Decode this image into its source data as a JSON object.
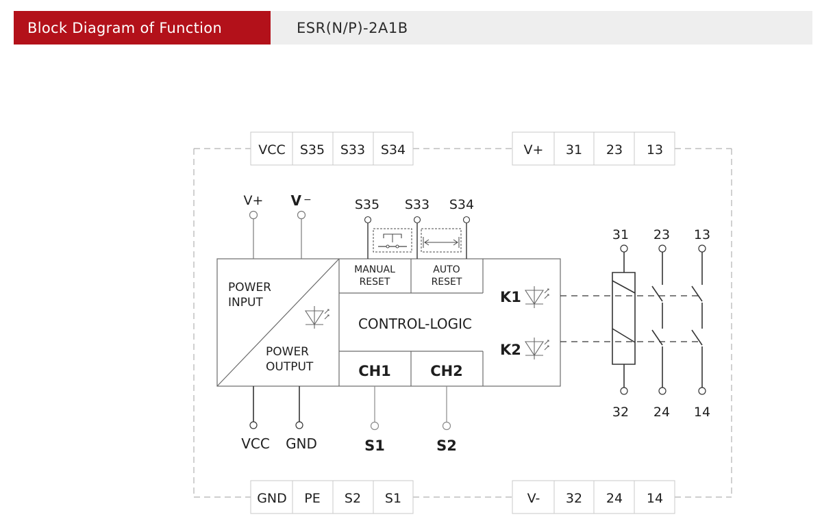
{
  "header": {
    "section_title": "Block Diagram of Function",
    "model": "ESR(N/P)-2A1B"
  },
  "terminal_blocks": {
    "top_left": [
      "VCC",
      "S35",
      "S33",
      "S34"
    ],
    "top_right": [
      "V+",
      "31",
      "23",
      "13"
    ],
    "bottom_left": [
      "GND",
      "PE",
      "S2",
      "S1"
    ],
    "bottom_right": [
      "V-",
      "32",
      "24",
      "14"
    ]
  },
  "power": {
    "top_pins": [
      "V+",
      "V"
    ],
    "v_minus_sign": "−",
    "bottom_pins": [
      "VCC",
      "GND"
    ],
    "input_label": [
      "POWER",
      "INPUT"
    ],
    "output_label": [
      "POWER",
      "OUTPUT"
    ]
  },
  "reset": {
    "pins": [
      "S35",
      "S33",
      "S34"
    ],
    "manual_label": [
      "MANUAL",
      "RESET"
    ],
    "auto_label": [
      "AUTO",
      "RESET"
    ]
  },
  "control_logic": "CONTROL-LOGIC",
  "channels": {
    "labels": [
      "CH1",
      "CH2"
    ],
    "pins": [
      "S1",
      "S2"
    ]
  },
  "relays": [
    "K1",
    "K2"
  ],
  "contacts": {
    "top_pins": [
      "31",
      "23",
      "13"
    ],
    "bottom_pins": [
      "32",
      "24",
      "14"
    ]
  },
  "colors": {
    "accent": "#b3111a",
    "header_bg": "#eeeeee"
  }
}
